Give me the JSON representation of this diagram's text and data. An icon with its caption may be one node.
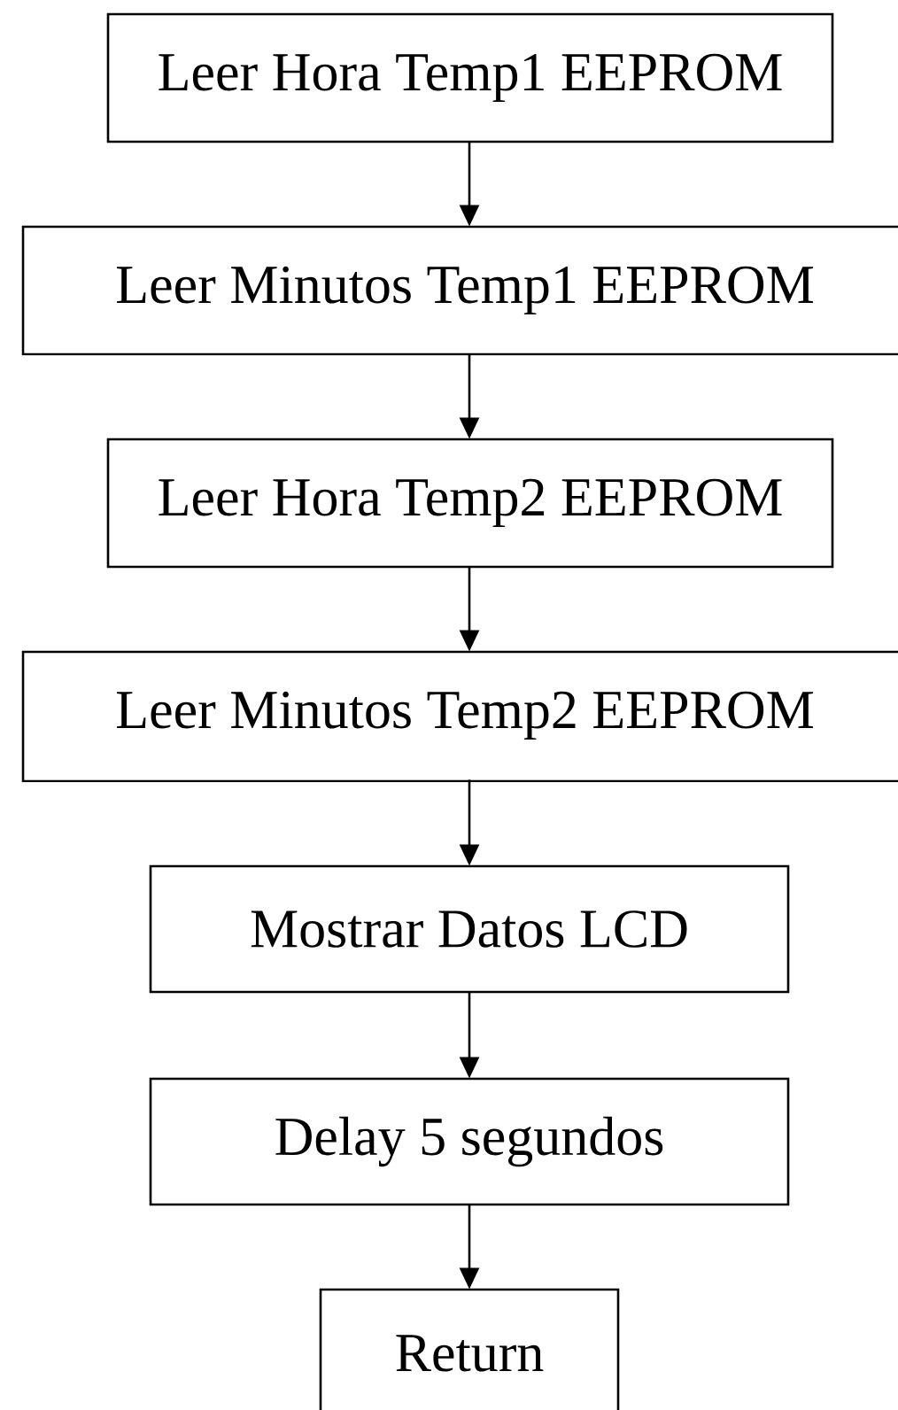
{
  "diagram": {
    "nodes": [
      {
        "text": [
          "Leer Hora Temp1 EEPROM"
        ]
      },
      {
        "text": [
          "Leer Minutos Temp1 EEPROM"
        ]
      },
      {
        "text": [
          "Leer Hora Temp2 EEPROM"
        ]
      },
      {
        "text": [
          "Leer Minutos Temp2 EEPROM"
        ]
      },
      {
        "text": [
          "Mostrar Datos LCD"
        ]
      },
      {
        "text": [
          "Delay 5 segundos"
        ]
      },
      {
        "text": [
          "Return"
        ]
      }
    ],
    "edges": [
      {
        "from": 0,
        "to": 1,
        "arrow": "to"
      },
      {
        "from": 1,
        "to": 2,
        "arrow": "to"
      },
      {
        "from": 2,
        "to": 3,
        "arrow": "to"
      },
      {
        "from": 3,
        "to": 4,
        "arrow": "to"
      },
      {
        "from": 4,
        "to": 5,
        "arrow": "to"
      },
      {
        "from": 5,
        "to": 6,
        "arrow": "to"
      }
    ]
  }
}
